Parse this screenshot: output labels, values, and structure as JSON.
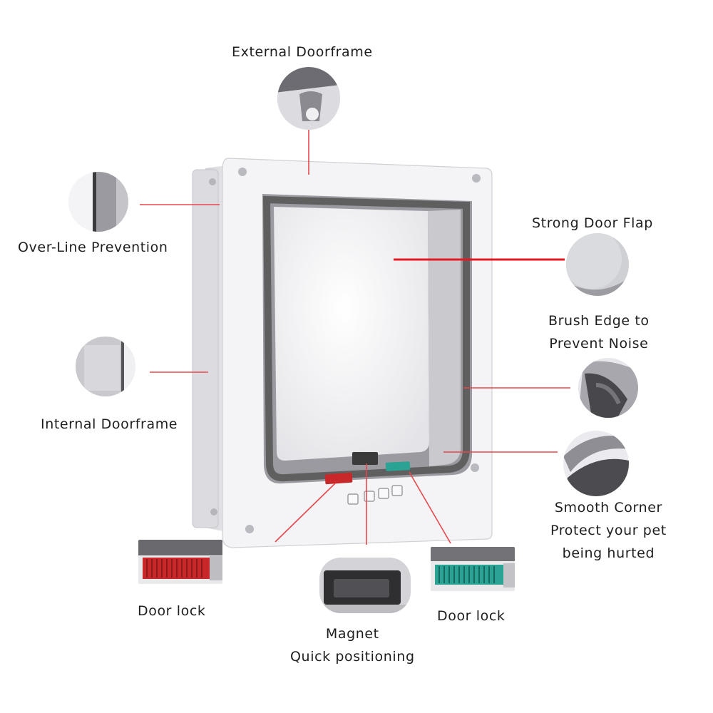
{
  "labels": {
    "external_doorframe": "External Doorframe",
    "over_line_prevention": "Over-Line Prevention",
    "strong_door_flap": "Strong Door Flap",
    "brush_edge_line1": "Brush Edge to",
    "brush_edge_line2": "Prevent Noise",
    "internal_doorframe": "Internal Doorframe",
    "smooth_corner_line1": "Smooth Corner",
    "smooth_corner_line2": "Protect your pet",
    "smooth_corner_line3": "being hurted",
    "door_lock_left": "Door lock",
    "magnet_line1": "Magnet",
    "magnet_line2": "Quick positioning",
    "door_lock_right": "Door lock"
  },
  "colors": {
    "leader_line": "#e5484d",
    "lock_red": "#c8282a",
    "lock_teal": "#2aa394",
    "frame": "#f4f4f6",
    "frame_shadow": "#d6d6da",
    "brush": "#5f5f5f"
  }
}
